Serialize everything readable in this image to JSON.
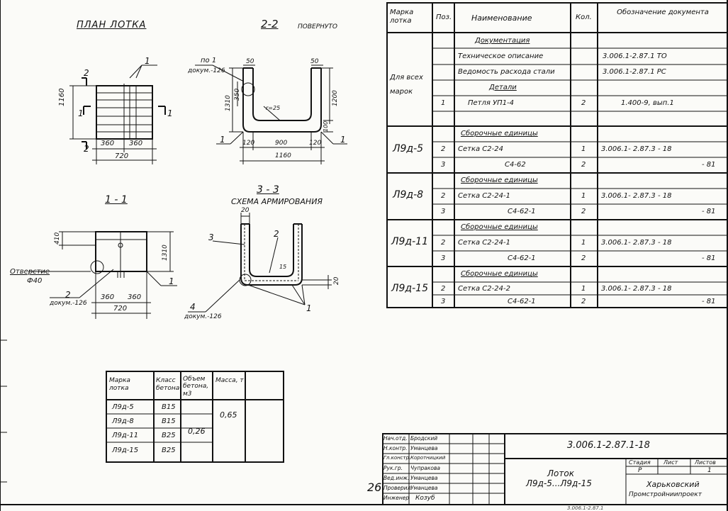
{
  "views": {
    "plan_title": "ПЛАН ЛОТКА",
    "section22_title": "2-2",
    "section22_sub": "ПОВЕРНУТО",
    "section11_title": "1 - 1",
    "section33_title": "3 - 3",
    "section33_sub": "СХЕМА АРМИРОВАНИЯ",
    "plan_dims": {
      "h": "1160",
      "w1": "360",
      "w2": "360",
      "total": "720",
      "mark2a": "2",
      "mark2b": "2",
      "mark1": "1",
      "cut1a": "1",
      "cut1b": "1"
    },
    "s22_dims": {
      "ref": "по 1",
      "doc": "докум.-126",
      "d50a": "50",
      "d50b": "50",
      "d350": "350",
      "d1310": "1310",
      "d1200": "1200",
      "d100": "100",
      "rad": "r=25",
      "d120a": "120",
      "d900": "900",
      "d120b": "120",
      "d1160": "1160",
      "mark1a": "1",
      "mark1b": "1"
    },
    "s11_dims": {
      "d410": "410",
      "d1310": "1310",
      "hole": "Отверстие",
      "hole_d": "Ф40",
      "mark2": "2",
      "doc": "докум.-126",
      "d360a": "360",
      "d360b": "360",
      "d720": "720",
      "mark1": "1"
    },
    "s33_dims": {
      "d20a": "20",
      "mark3": "3",
      "mark2": "2",
      "d15": "15",
      "mark4": "4",
      "doc": "докум.-126",
      "mark1": "1",
      "d20b": "20"
    }
  },
  "spec": {
    "headers": [
      "Марка лотка",
      "Поз.",
      "Наименование",
      "Кол.",
      "Обозначение документа"
    ],
    "all_marks_label": "Для всех марок",
    "rows": [
      {
        "pos": "",
        "name": "Документация",
        "qty": "",
        "doc": "",
        "section": true
      },
      {
        "pos": "",
        "name": "Техническое описание",
        "qty": "",
        "doc": "3.006.1-2.87.1  ТО"
      },
      {
        "pos": "",
        "name": "Ведомость расхода стали",
        "qty": "",
        "doc": "3.006.1-2.87.1  РС"
      },
      {
        "pos": "",
        "name": "Детали",
        "qty": "",
        "doc": "",
        "section": true
      },
      {
        "pos": "1",
        "name": "Петля  УП1-4",
        "qty": "2",
        "doc": "1.400-9,  вып.1"
      }
    ],
    "groups": [
      {
        "mark": "Л9д-5",
        "header": "Сборочные единицы",
        "r1": {
          "pos": "2",
          "name": "Сетка    С2-24",
          "qty": "1",
          "doc": "3.006.1- 2.87.3 - 18"
        },
        "r2": {
          "pos": "3",
          "name": "С4-62",
          "qty": "2",
          "doc": "- 81"
        }
      },
      {
        "mark": "Л9д-8",
        "header": "Сборочные единицы",
        "r1": {
          "pos": "2",
          "name": "Сетка    С2-24-1",
          "qty": "1",
          "doc": "3.006.1- 2.87.3 - 18"
        },
        "r2": {
          "pos": "3",
          "name": "С4-62-1",
          "qty": "2",
          "doc": "- 81"
        }
      },
      {
        "mark": "Л9д-11",
        "header": "Сборочные единицы",
        "r1": {
          "pos": "2",
          "name": "Сетка    С2-24-1",
          "qty": "1",
          "doc": "3.006.1- 2.87.3 - 18"
        },
        "r2": {
          "pos": "3",
          "name": "С4-62-1",
          "qty": "2",
          "doc": "- 81"
        }
      },
      {
        "mark": "Л9д-15",
        "header": "Сборочные единицы",
        "r1": {
          "pos": "2",
          "name": "Сетка    С2-24-2",
          "qty": "1",
          "doc": "3.006.1- 2.87.3 - 18"
        },
        "r2": {
          "pos": "3",
          "name": "С4-62-1",
          "qty": "2",
          "doc": "- 81"
        }
      }
    ]
  },
  "materials": {
    "headers": [
      "Марка лотка",
      "Класс бетона",
      "Объем бетона, м3",
      "Масса, т"
    ],
    "rows": [
      {
        "mark": "Л9д-5",
        "cls": "В15"
      },
      {
        "mark": "Л9д-8",
        "cls": "В15"
      },
      {
        "mark": "Л9д-11",
        "cls": "В25"
      },
      {
        "mark": "Л9д-15",
        "cls": "В25"
      }
    ],
    "volume": "0,26",
    "mass": "0,65"
  },
  "title_block": {
    "people": [
      {
        "role": "Нач.отд.",
        "name": "Бродский"
      },
      {
        "role": "Н.контр.",
        "name": "Уманцева"
      },
      {
        "role": "Гл.констр.",
        "name": "Коротницкий"
      },
      {
        "role": "Рук.гр.",
        "name": "Чупракова"
      },
      {
        "role": "Вед.инж.",
        "name": "Уманцева"
      },
      {
        "role": "Проверил",
        "name": "Уманцева"
      },
      {
        "role": "Инженер",
        "name": "Козуб"
      }
    ],
    "code": "3.006.1-2.87.1-18",
    "name1": "Лоток",
    "name2": "Л9д-5...Л9д-15",
    "stage_h": "Стадия",
    "sheet_h": "Лист",
    "sheets_h": "Листов",
    "stage": "Р",
    "sheets": "1",
    "org1": "Харьковский",
    "org2": "Промстройниипроект"
  },
  "page_number": "26",
  "bottom_code": "3.006.1-2.87.1"
}
